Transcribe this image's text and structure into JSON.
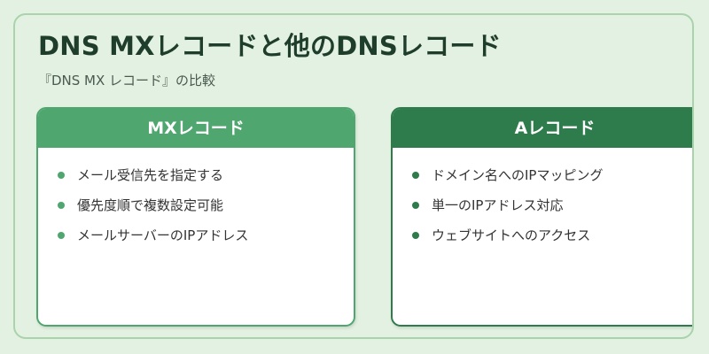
{
  "title": "DNS MXレコードと他のDNSレコード",
  "subtitle": "『DNS MX レコード』の比較",
  "cards": [
    {
      "header": "MXレコード",
      "items": [
        "メール受信先を指定する",
        "優先度順で複数設定可能",
        "メールサーバーのIPアドレス"
      ]
    },
    {
      "header": "Aレコード",
      "items": [
        "ドメイン名へのIPマッピング",
        "単一のIPアドレス対応",
        "ウェブサイトへのアクセス"
      ]
    }
  ],
  "colors": {
    "mx_accent": "#4fa66f",
    "a_accent": "#2e7b4b",
    "background": "#e3f1e2",
    "title_text": "#1f3d2b"
  }
}
